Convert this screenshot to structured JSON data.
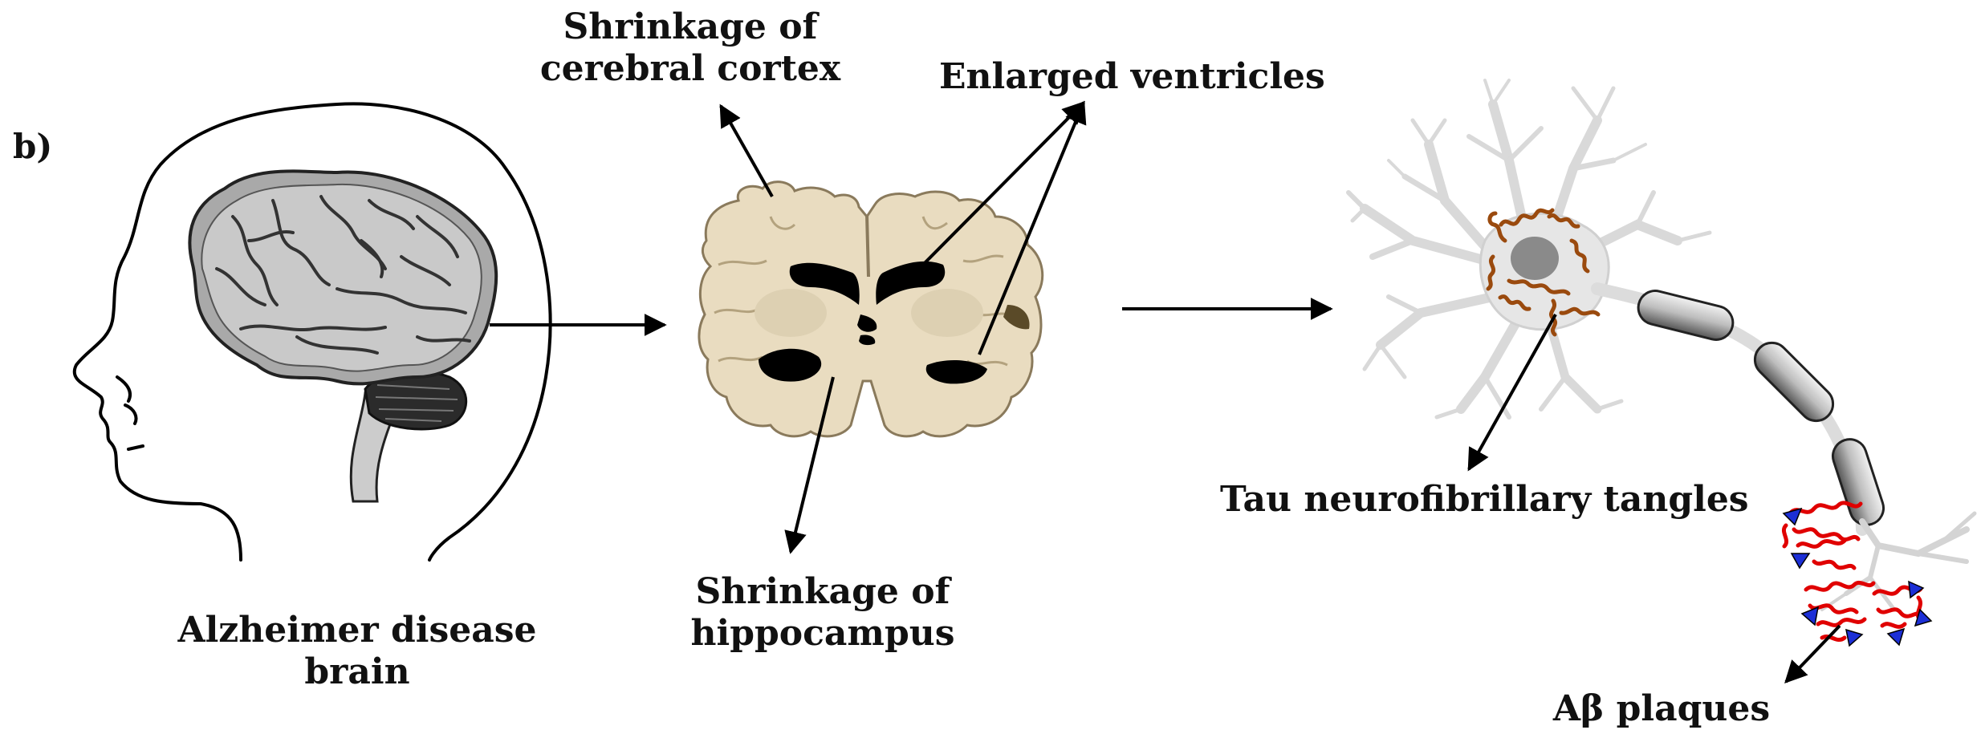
{
  "panel_label": "b)",
  "labels": {
    "alzheimer_line1": "Alzheimer disease",
    "alzheimer_line2": "brain",
    "cortex_line1": "Shrinkage of",
    "cortex_line2": "cerebral cortex",
    "ventricles": "Enlarged ventricles",
    "hippocampus_line1": "Shrinkage of",
    "hippocampus_line2": "hippocampus",
    "tau": "Tau neurofibrillary tangles",
    "abeta": "Aβ plaques"
  },
  "colors": {
    "brain_tissue": "#e9dcc0",
    "brain_outline": "#8a7a5c",
    "ventricle": "#000000",
    "cortex_gray": "#bdbdbd",
    "cerebellum": "#2b2b2b",
    "neuron": "#d9d9d9",
    "nucleus": "#8a8a8a",
    "tangles": "#9a4a0e",
    "plaques": "#e00000",
    "plaque_markers": "#1c2fd6"
  }
}
